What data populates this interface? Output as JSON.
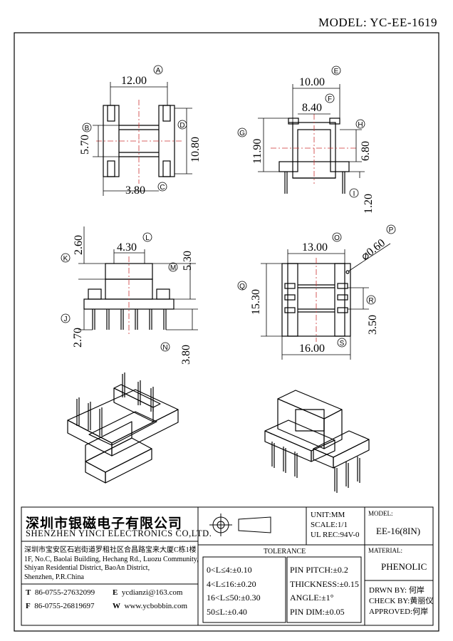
{
  "model": "MODEL: YC-EE-1619",
  "views": {
    "front": {
      "dim_a": "12.00",
      "dim_b": "5.70",
      "dim_c": "3.80",
      "dim_d": "10.80",
      "labels": {
        "a": "A",
        "b": "B",
        "c": "C",
        "d": "D"
      }
    },
    "side": {
      "dim_e": "10.00",
      "dim_f": "8.40",
      "dim_g": "11.90",
      "dim_h": "6.80",
      "dim_i": "1.20",
      "labels": {
        "e": "E",
        "f": "F",
        "g": "G",
        "h": "H",
        "i": "I"
      }
    },
    "elev": {
      "dim_k": "2.60",
      "dim_l": "4.30",
      "dim_m": "5.30",
      "dim_j": "2.70",
      "dim_n": "3.80",
      "labels": {
        "j": "J",
        "k": "K",
        "l": "L",
        "m": "M",
        "n": "N"
      }
    },
    "top": {
      "dim_o": "13.00",
      "dim_p": "⌀0.60",
      "dim_q": "15.30",
      "dim_r": "3.50",
      "dim_s": "16.00",
      "labels": {
        "o": "O",
        "p": "P",
        "q": "Q",
        "r": "R",
        "s": "S"
      }
    }
  },
  "title_block": {
    "company_cn": "深圳市银磁电子有限公司",
    "company_en": "SHENZHEN YINCI ELECTRONICS CO,LTD.",
    "address_cn": "深圳市宝安区石岩街道罗租社区合昌路宝来大厦C栋1楼",
    "address_en_1": "1F, No.C, Baolai Building, Hechang Rd., Luozu Community,",
    "address_en_2": "Shiyan Residential District, BaoAn District,",
    "address_en_3": "Shenzhen, P.R.China",
    "tel_label": "T",
    "tel": "86-0755-27632099",
    "fax_label": "F",
    "fax": "86-0755-26819697",
    "email_label": "E",
    "email": "ycdianzi@163.com",
    "web_label": "W",
    "web": "www.ycbobbin.com",
    "unit": "UNIT:MM",
    "scale": "SCALE:1/1",
    "ul_rec": "UL REC:94V-0",
    "model_label": "MODEL:",
    "model_value": "EE-16(8IN)",
    "material_label": "MATERIAL:",
    "material_value": "PHENOLIC",
    "tolerance_title": "TOLERANCE",
    "tol_rows": [
      "0<L≤4:±0.10",
      "4<L≤16:±0.20",
      "16<L≤50:±0.30",
      "50≤L:±0.40"
    ],
    "tol_other": [
      "PIN PITCH:±0.2",
      "THICKNESS:±0.15",
      "ANGLE:±1°",
      "PIN DIM:±0.05"
    ],
    "drawn_by": "DRWN BY: 何岸",
    "check_by": "CHECK BY:黄丽仪",
    "approved": "APPROVED:何岸"
  }
}
